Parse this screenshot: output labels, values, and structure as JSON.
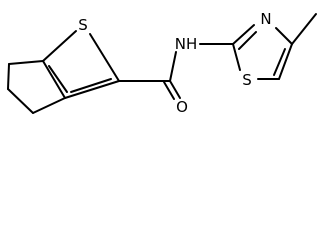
{
  "structure": {
    "atom_labels": {
      "sulfur_thiophene": "S",
      "amide_nitrogen": "NH",
      "carbonyl_oxygen": "O",
      "thiazole_sulfur": "S",
      "thiazole_nitrogen": "N"
    }
  }
}
